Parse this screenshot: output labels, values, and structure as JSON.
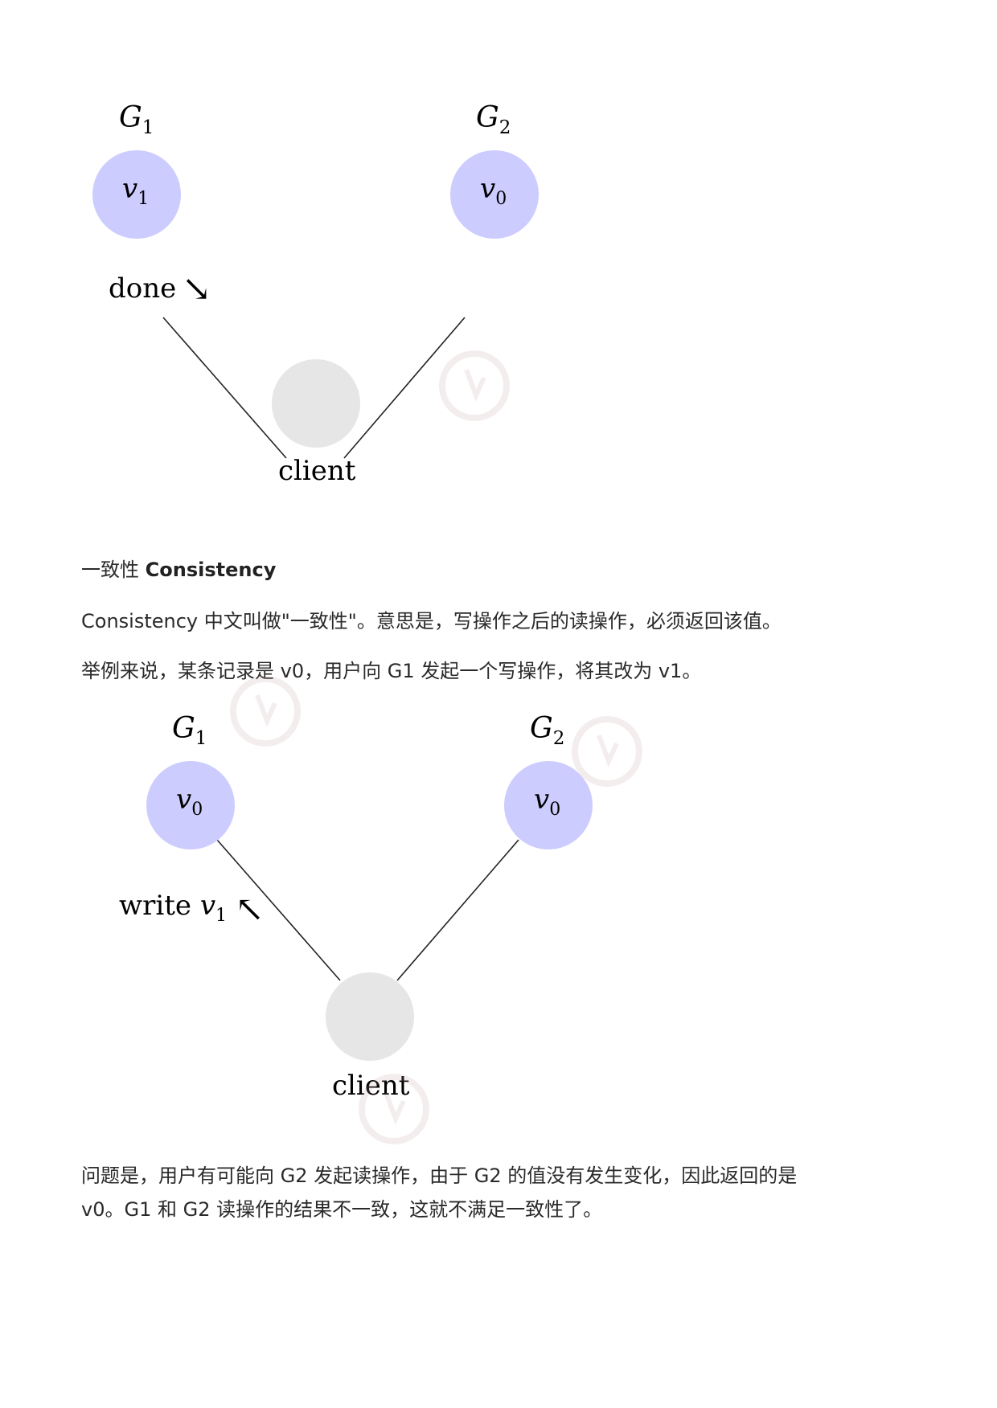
{
  "diagram1": {
    "nodes": [
      {
        "label": "G",
        "sub": "1",
        "value": "v",
        "value_sub": "1"
      },
      {
        "label": "G",
        "sub": "2",
        "value": "v",
        "value_sub": "0"
      }
    ],
    "client_label": "client",
    "edge_label": "done",
    "arrow": "↘"
  },
  "heading": {
    "cn": "一致性 ",
    "en": "Consistency"
  },
  "para1": "Consistency 中文叫做\"一致性\"。意思是，写操作之后的读操作，必须返回该值。",
  "para2": "举例来说，某条记录是 v0，用户向 G1 发起一个写操作，将其改为 v1。",
  "diagram2": {
    "nodes": [
      {
        "label": "G",
        "sub": "1",
        "value": "v",
        "value_sub": "0"
      },
      {
        "label": "G",
        "sub": "2",
        "value": "v",
        "value_sub": "0"
      }
    ],
    "client_label": "client",
    "edge_label": "write ",
    "edge_var": "v",
    "edge_var_sub": "1",
    "arrow": "↖"
  },
  "para3_line1": "问题是，用户有可能向 G2 发起读操作，由于 G2 的值没有发生变化，因此返回的是",
  "para3_line2": "v0。G1 和 G2 读操作的结果不一致，这就不满足一致性了。",
  "colors": {
    "node": "#ccccff",
    "client": "#e6e6e6",
    "line": "#222222"
  },
  "watermark": {
    "icon": "itheima-logo-icon"
  }
}
